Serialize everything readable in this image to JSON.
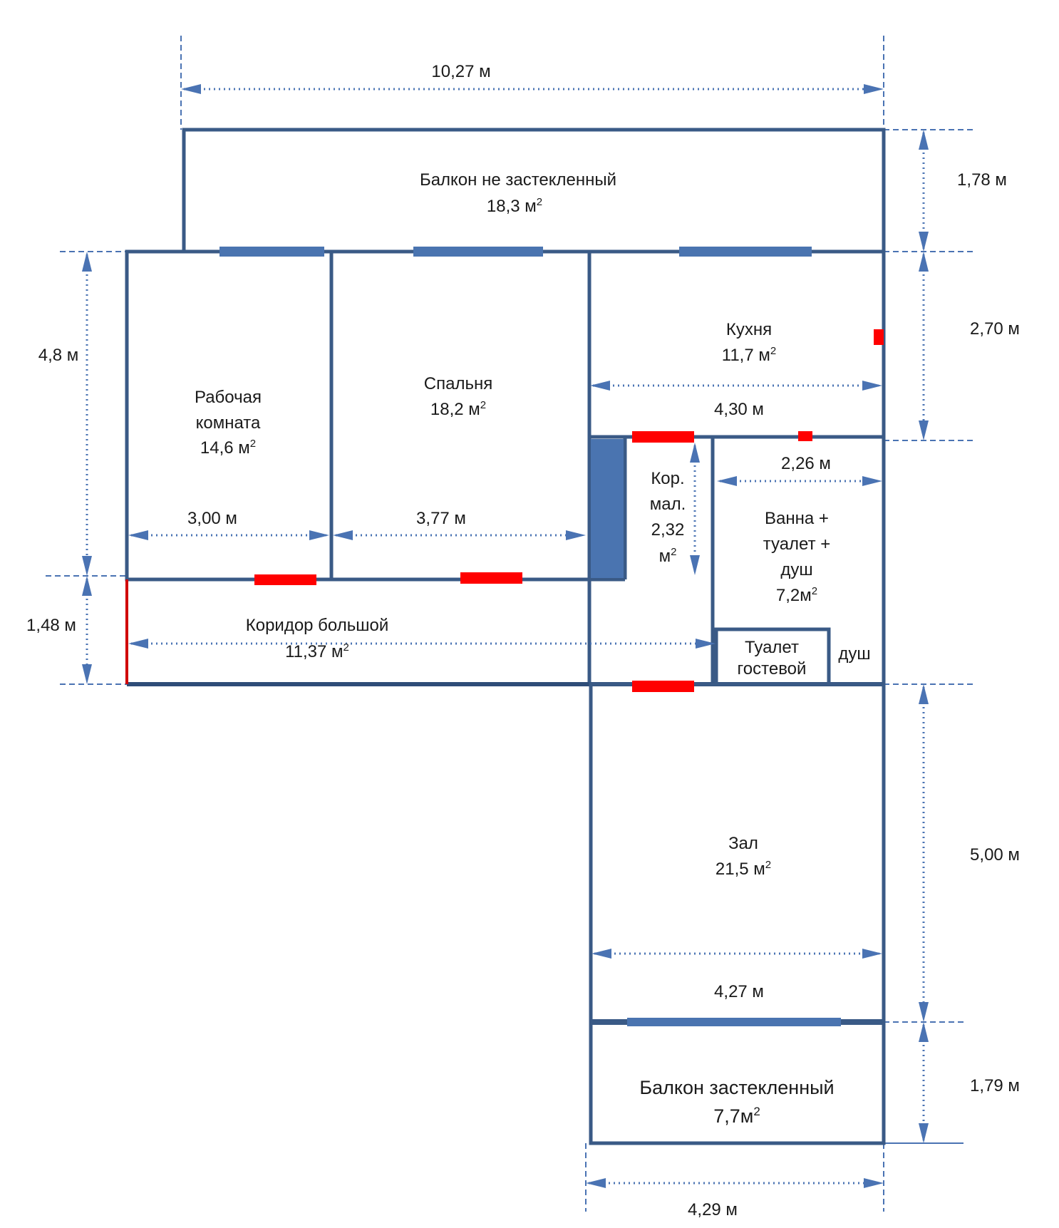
{
  "dimensions": {
    "total_width": "10,27 м",
    "balcony_top_height": "1,78 м",
    "left_rooms_height": "4,8 м",
    "kitchen_height": "2,70 м",
    "big_corridor_height": "1,48 м",
    "hall_height": "5,00 м",
    "glazed_balcony_height": "1,79 м",
    "study_width": "3,00 м",
    "bedroom_width": "3,77 м",
    "kitchen_width": "4,30 м",
    "bathroom_width": "2,26 м",
    "hall_width": "4,27 м",
    "glazed_balcony_width": "4,29 м"
  },
  "rooms": {
    "balcony_open": {
      "name": "Балкон не застекленный",
      "area": "18,3 м",
      "sup": "2"
    },
    "study": {
      "name_line1": "Рабочая",
      "name_line2": "комната",
      "area": "14,6 м",
      "sup": "2"
    },
    "bedroom": {
      "name": "Спальня",
      "area": "18,2 м",
      "sup": "2"
    },
    "kitchen": {
      "name": "Кухня",
      "area": "11,7 м",
      "sup": "2"
    },
    "small_corridor": {
      "line1": "Кор.",
      "line2": "мал.",
      "line3": "2,32",
      "line4": "м",
      "sup": "2"
    },
    "bathroom": {
      "line1": "Ванна +",
      "line2": "туалет +",
      "line3": "душ",
      "area": "7,2м",
      "sup": "2"
    },
    "big_corridor": {
      "name": "Коридор большой",
      "area": "11,37 м",
      "sup": "2"
    },
    "guest_toilet": {
      "line1": "Туалет",
      "line2": "гостевой"
    },
    "shower": {
      "name": "душ"
    },
    "hall": {
      "name": "Зал",
      "area": "21,5 м",
      "sup": "2"
    },
    "balcony_glazed": {
      "name": "Балкон застекленный",
      "area": "7,7м",
      "sup": "2"
    }
  },
  "colors": {
    "wall": "#3a5a86",
    "window": "#4a74b0",
    "door": "#ff0000",
    "dimension": "#4a73b3"
  }
}
